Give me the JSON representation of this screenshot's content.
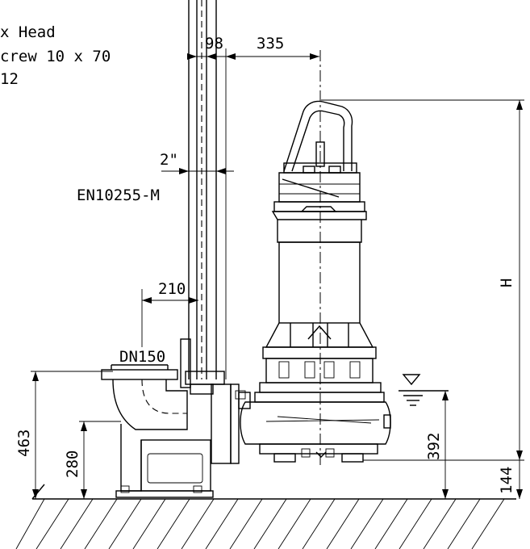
{
  "notes": {
    "line1": "x Head",
    "line2": "crew 10 x 70",
    "line3": "12"
  },
  "pipe": {
    "size": "2\"",
    "standard": "EN10255-M"
  },
  "connection": {
    "flange": "DN150"
  },
  "dimensions": {
    "guide_offset": "98",
    "to_axis": "335",
    "bend_offset": "210",
    "overall_outlet_height": "463",
    "outlet_center_height": "280",
    "water_level": "392",
    "base_clearance": "144",
    "pump_height": "H"
  },
  "colors": {
    "line": "#000000",
    "background": "#ffffff"
  }
}
